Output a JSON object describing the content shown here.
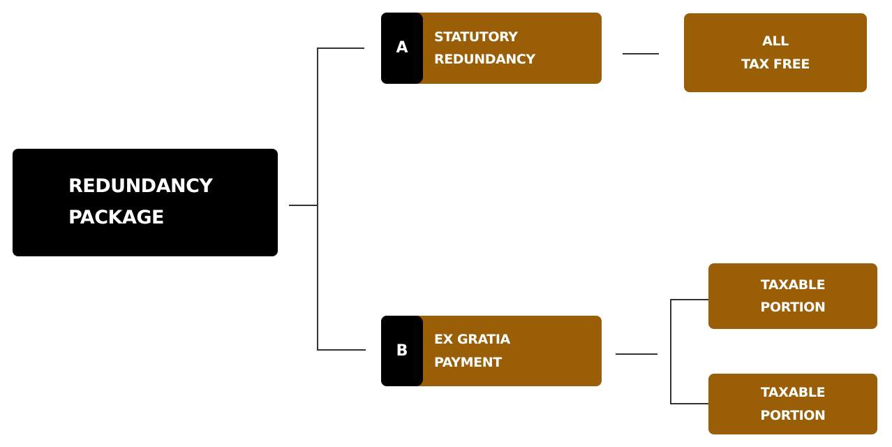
{
  "root": {
    "line1": "REDUNDANCY",
    "line2": "PACKAGE"
  },
  "branches": [
    {
      "letter": "A",
      "line1": "STATUTORY",
      "line2": "REDUNDANCY"
    },
    {
      "letter": "B",
      "line1": "EX GRATIA",
      "line2": "PAYMENT"
    }
  ],
  "leaves": [
    {
      "line1": "ALL",
      "line2": "TAX FREE"
    },
    {
      "line1": "TAXABLE",
      "line2": "PORTION"
    },
    {
      "line1": "TAXABLE",
      "line2": "PORTION"
    }
  ],
  "colors": {
    "root_fill": "#000000",
    "box_fill": "#9a5f06",
    "letter_tab_fill": "#000000",
    "text": "#ffffff",
    "connector": "#333333"
  }
}
